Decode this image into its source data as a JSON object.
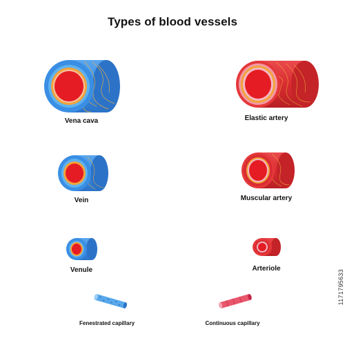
{
  "title": "Types of blood vessels",
  "colors": {
    "vein_outer": "#3a8ee3",
    "vein_highlight": "#2f7fd6",
    "artery_outer": "#e5383b",
    "artery_dark": "#c42328",
    "elastic_ring": "#f2a33a",
    "pink_ring": "#f5b6c4",
    "lumen": "#e51c23",
    "capillary_blue": "#58a8ea",
    "capillary_pink": "#e8566b"
  },
  "vessels": {
    "vena_cava": {
      "label": "Vena cava",
      "icon": "vena-cava-icon"
    },
    "elastic_artery": {
      "label": "Elastic artery",
      "icon": "elastic-artery-icon"
    },
    "vein": {
      "label": "Vein",
      "icon": "vein-icon"
    },
    "muscular_artery": {
      "label": "Muscular artery",
      "icon": "muscular-artery-icon"
    },
    "venule": {
      "label": "Venule",
      "icon": "venule-icon"
    },
    "arteriole": {
      "label": "Arteriole",
      "icon": "arteriole-icon"
    },
    "fenestrated_capillary": {
      "label": "Fenestrated capillary",
      "icon": "fenestrated-capillary-icon"
    },
    "continuous_capillary": {
      "label": "Continuous capillary",
      "icon": "continuous-capillary-icon"
    }
  },
  "stock_id": "1171795633"
}
